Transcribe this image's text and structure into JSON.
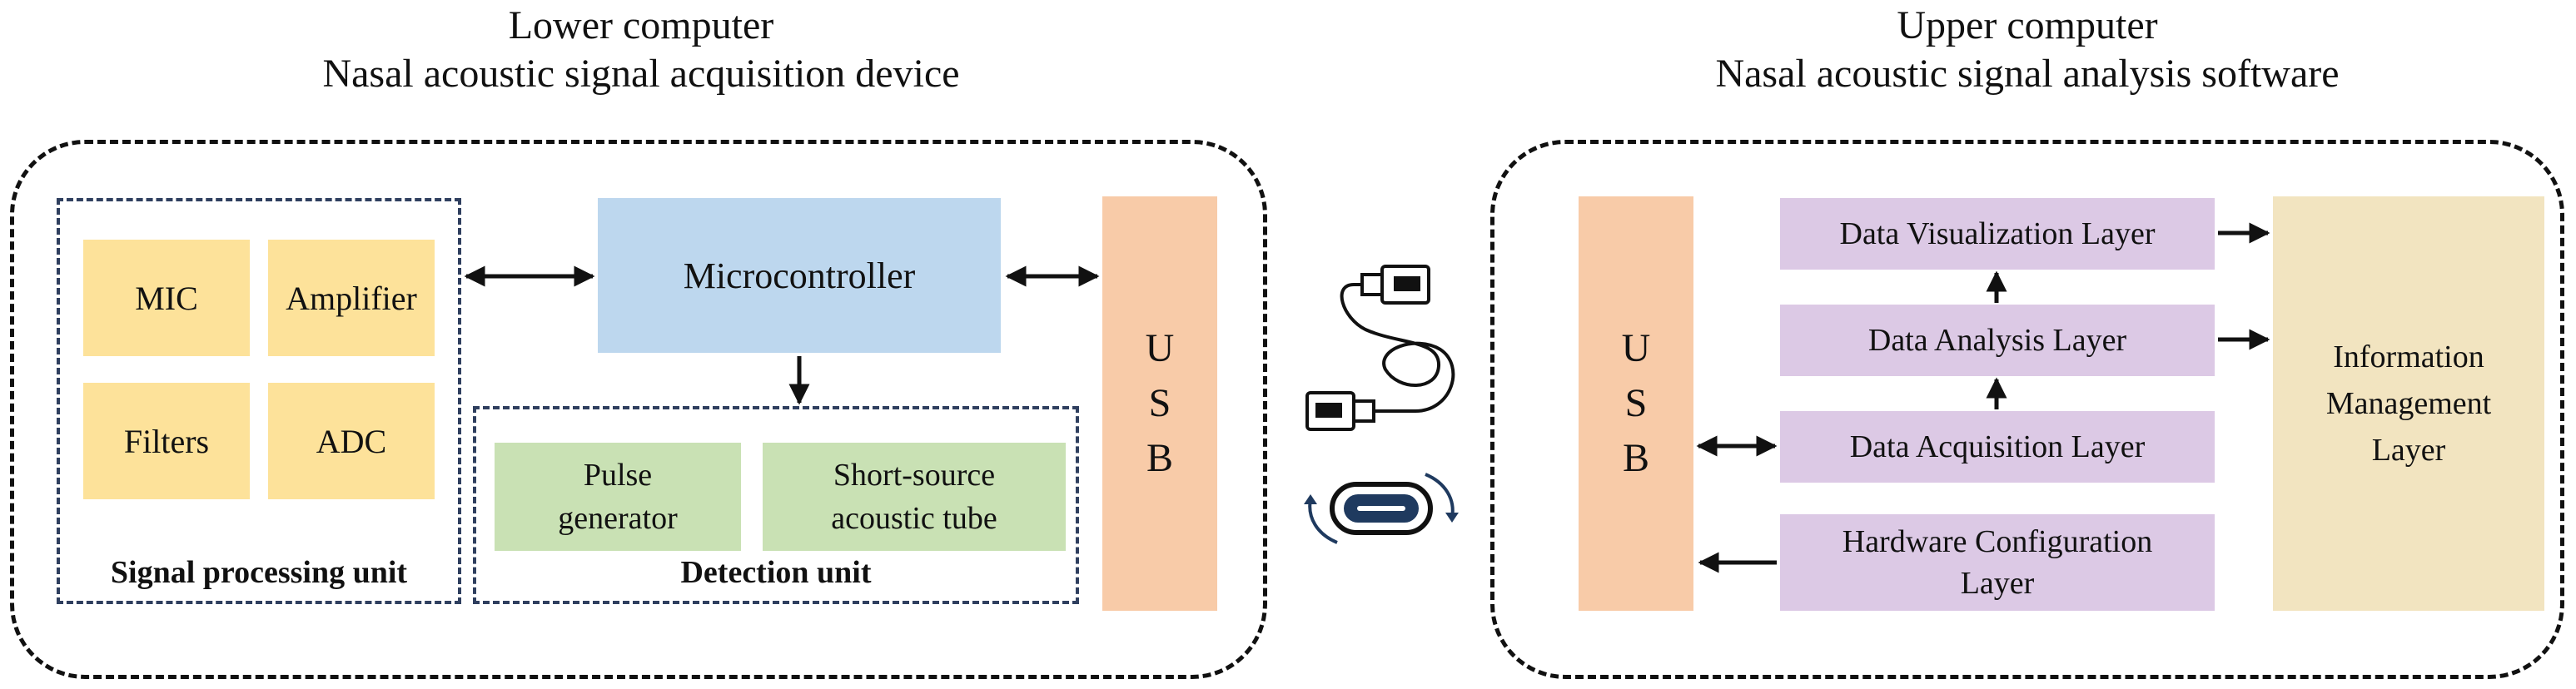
{
  "lower": {
    "title_line1": "Lower computer",
    "title_line2": "Nasal acoustic signal acquisition device",
    "signal_unit": {
      "label": "Signal processing unit",
      "blocks": {
        "mic": "MIC",
        "amplifier": "Amplifier",
        "filters": "Filters",
        "adc": "ADC"
      }
    },
    "microcontroller": "Microcontroller",
    "detection_unit": {
      "label": "Detection unit",
      "pulse_generator": "Pulse\ngenerator",
      "short_source": "Short-source\nacoustic tube"
    },
    "usb": "U\nS\nB"
  },
  "upper": {
    "title_line1": "Upper computer",
    "title_line2": "Nasal acoustic signal analysis software",
    "usb": "U\nS\nB",
    "layers": {
      "visualization": "Data Visualization Layer",
      "analysis": "Data Analysis Layer",
      "acquisition": "Data Acquisition Layer",
      "hardware": "Hardware Configuration\nLayer"
    },
    "information": "Information\nManagement\nLayer"
  },
  "colors": {
    "yellow": "#fde29a",
    "green": "#c9e1b4",
    "blue": "#bdd7ee",
    "orange": "#f8cba8",
    "purple": "#dcc9e5",
    "beige": "#f2e4c0",
    "usb_c_port": "#1f3a5f"
  },
  "icons": [
    "usb-cable-icon",
    "usb-c-port-icon"
  ]
}
